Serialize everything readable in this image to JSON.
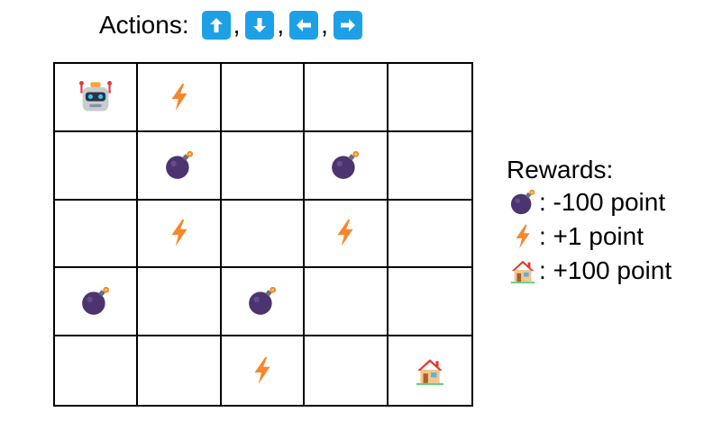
{
  "actions": {
    "label": "Actions:",
    "keys": [
      {
        "icon": "arrow-up-icon",
        "sep": ","
      },
      {
        "icon": "arrow-down-icon",
        "sep": ","
      },
      {
        "icon": "arrow-left-icon",
        "sep": ","
      },
      {
        "icon": "arrow-right-icon",
        "sep": ""
      }
    ],
    "key_color": "#1ea0e6"
  },
  "grid": {
    "rows": 5,
    "cols": 5,
    "cells": [
      [
        "robot",
        "lightning",
        "",
        "",
        ""
      ],
      [
        "",
        "bomb",
        "",
        "bomb",
        ""
      ],
      [
        "",
        "lightning",
        "",
        "lightning",
        ""
      ],
      [
        "bomb",
        "",
        "bomb",
        "",
        ""
      ],
      [
        "",
        "",
        "lightning",
        "",
        "house"
      ]
    ]
  },
  "rewards": {
    "title": "Rewards:",
    "items": [
      {
        "icon": "bomb",
        "text": ": -100 point"
      },
      {
        "icon": "lightning",
        "text": ": +1 point"
      },
      {
        "icon": "house",
        "text": ": +100 point"
      }
    ]
  },
  "colors": {
    "bomb": "#4b3470",
    "lightning": "#f5872a",
    "house_roof": "#e23a2e"
  }
}
